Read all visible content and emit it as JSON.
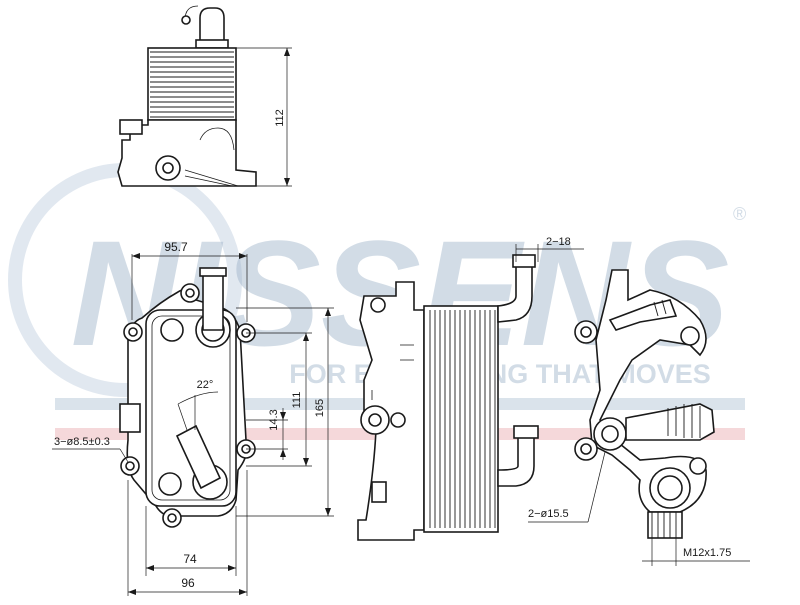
{
  "watermark": {
    "brand": "NISSENS",
    "registered": "®",
    "tagline": "FOR EVERYTHING THAT MOVES",
    "brand_color": "#9db3c9",
    "stripe_color": "#e8a9ad"
  },
  "dimensions": {
    "height_top": "112",
    "width_top": "95.7",
    "angle": "22°",
    "bolt_holes": "3−ø8.5±0.3",
    "offset_small": "14.3",
    "pitch": "111",
    "height_total": "165",
    "width_inner": "74",
    "width_outer": "96",
    "hose_clip": "2−18",
    "port_dia": "2−ø15.5",
    "thread": "M12x1.75"
  }
}
